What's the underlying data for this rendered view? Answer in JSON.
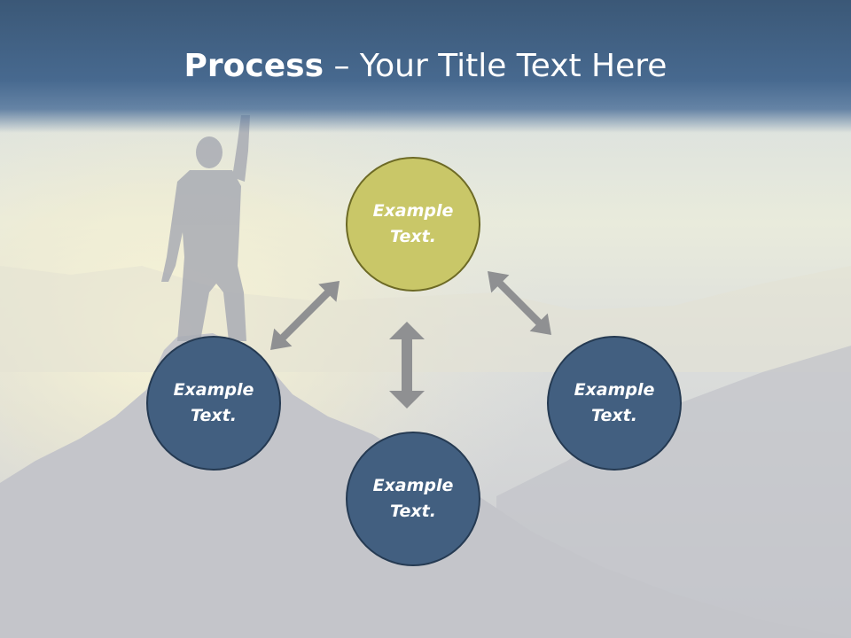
{
  "slide": {
    "title_bold": "Process",
    "title_rest": " – Your Title Text Here"
  },
  "diagram": {
    "nodes": [
      {
        "label": "Example Text.",
        "color": "#c9c768"
      },
      {
        "label": "Example Text.",
        "color": "#425f80"
      },
      {
        "label": "Example Text.",
        "color": "#425f80"
      },
      {
        "label": "Example Text.",
        "color": "#425f80"
      }
    ],
    "arrow_color": "#8f9092"
  },
  "colors": {
    "title_band": "#47698f",
    "node_blue": "#425f80",
    "node_olive": "#c9c768"
  }
}
